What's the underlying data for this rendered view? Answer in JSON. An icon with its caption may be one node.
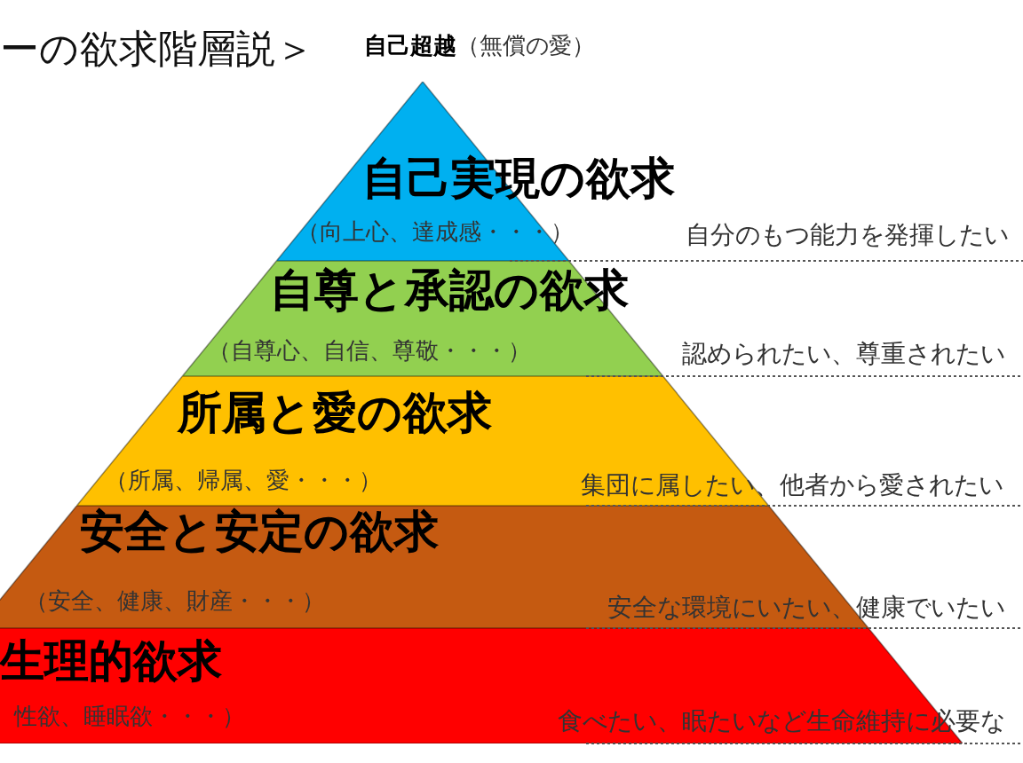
{
  "diagram": {
    "title": "ーの欲求階層説＞",
    "nodes": [
      {
        "text": [
          "自己実現の欲求",
          "（向上心、達成感・・・）"
        ]
      },
      {
        "text": [
          "自尊と承認の欲求",
          "（自尊心、自信、尊敬・・・）"
        ]
      },
      {
        "text": [
          "所属と愛の欲求",
          "（所属、帰属、愛・・・）"
        ]
      },
      {
        "text": [
          "安全と安定の欲求",
          "（安全、健康、財産・・・）"
        ]
      },
      {
        "text": [
          "生理的欲求",
          "性欲、睡眠欲・・・）"
        ]
      }
    ],
    "labels": [
      "**自己超越**（無償の愛）",
      "自分のもつ能力を発揮したい",
      "認められたい、尊重されたい",
      "集団に属したい、他者から愛されたい",
      "安全な環境にいたい、健康でいたい",
      "食べたい、眠たいなど生命維持に必要な"
    ]
  }
}
